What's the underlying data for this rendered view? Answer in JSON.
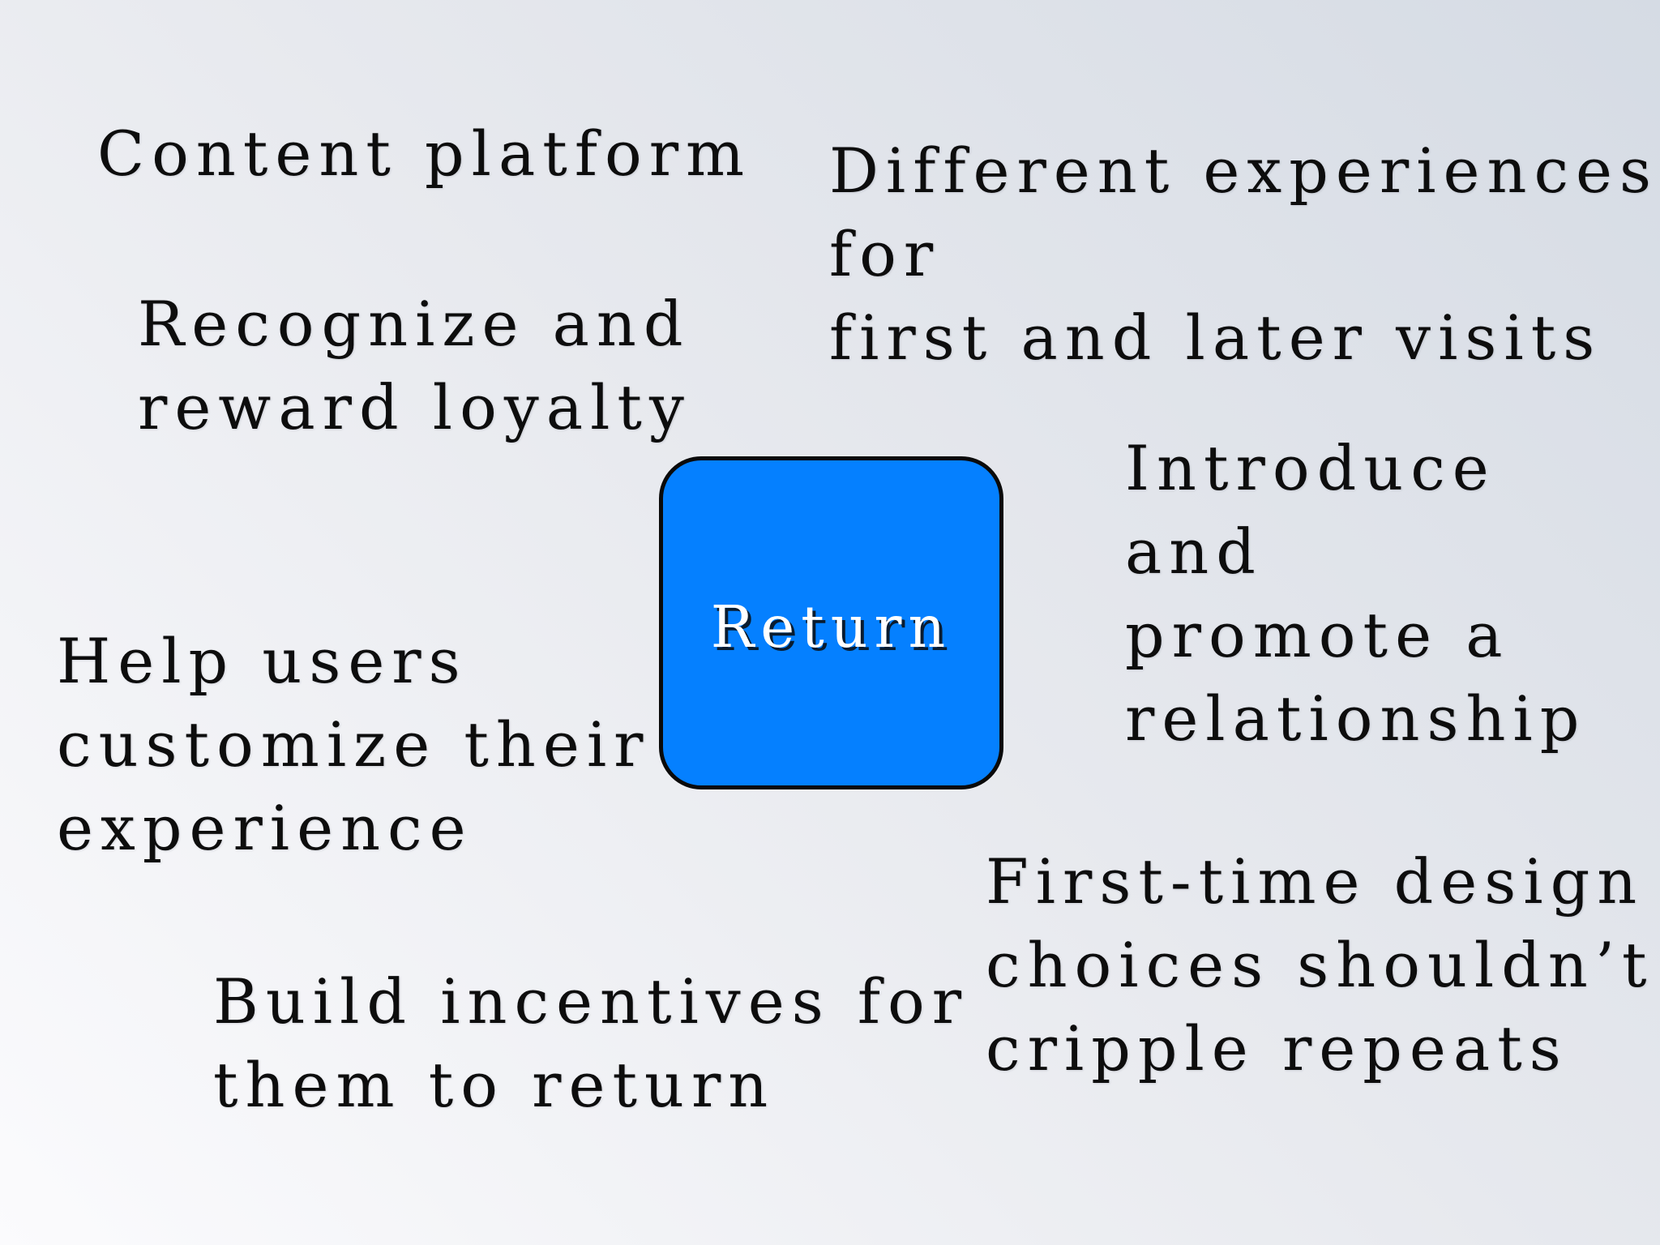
{
  "slide": {
    "background": {
      "gradient_from": "#d5dbe4",
      "gradient_mid": "#e7e9ee",
      "gradient_to": "#fbfbfd"
    },
    "center_node": {
      "label": "Return",
      "fill_color": "#0580ff",
      "border_color": "#0a0a0a",
      "text_color": "#ffffff"
    },
    "text_color": "#0d0d0d",
    "notes": [
      {
        "id": "content-platform",
        "text": "Content platform"
      },
      {
        "id": "different-experiences",
        "text": "Different experiences for\nfirst and later visits"
      },
      {
        "id": "recognize-reward",
        "text": "Recognize and\nreward loyalty"
      },
      {
        "id": "introduce-promote",
        "text": "Introduce and\npromote a\nrelationship"
      },
      {
        "id": "help-users",
        "text": "Help users\ncustomize their\nexperience"
      },
      {
        "id": "first-time-design",
        "text": "First-time design\nchoices shouldn’t\ncripple repeats"
      },
      {
        "id": "build-incentives",
        "text": "Build incentives for\nthem to return"
      }
    ]
  }
}
